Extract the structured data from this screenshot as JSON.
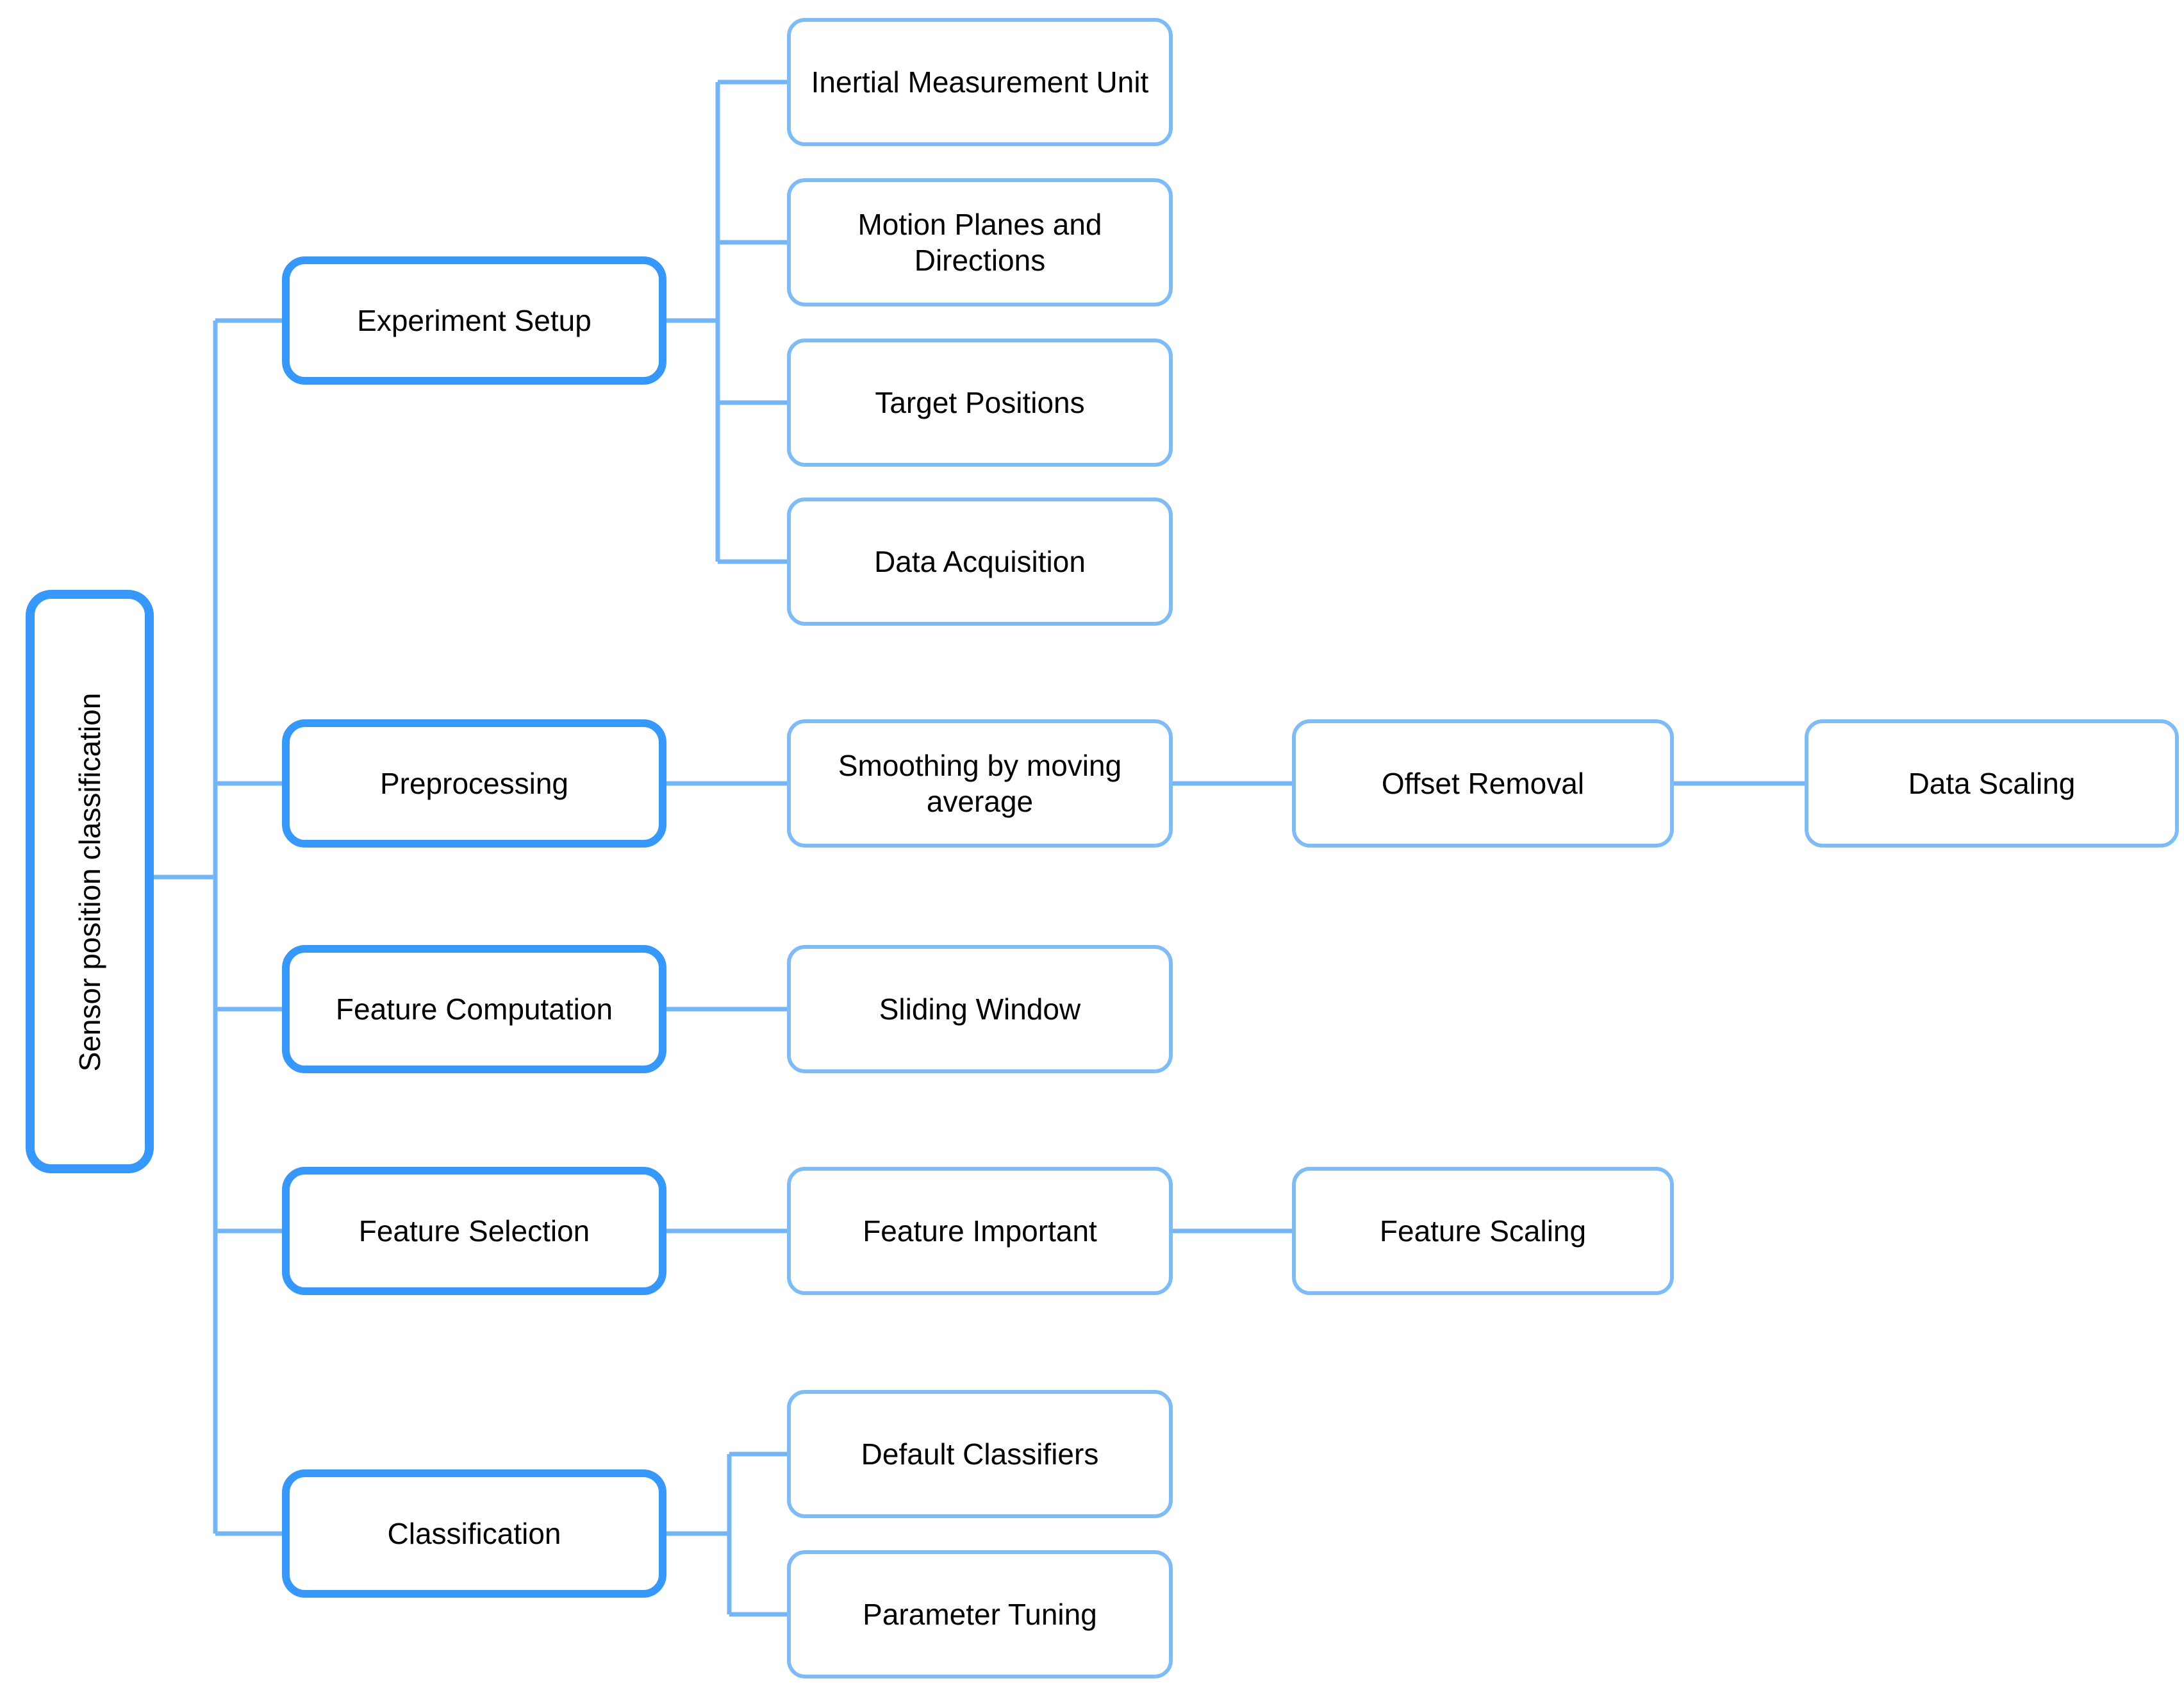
{
  "colors": {
    "branch_border": "#3598fa",
    "leaf_border": "#7fbcf5",
    "connector": "#74b5f5",
    "text": "#000000",
    "background": "#ffffff"
  },
  "diagram": {
    "root": {
      "label": "Sensor position classification"
    },
    "branches": [
      {
        "label": "Experiment Setup",
        "children": [
          {
            "label": "Inertial Measurement Unit"
          },
          {
            "label": "Motion Planes and Directions"
          },
          {
            "label": "Target Positions"
          },
          {
            "label": "Data Acquisition"
          }
        ]
      },
      {
        "label": "Preprocessing",
        "children": [
          {
            "label": "Smoothing by moving average",
            "children": [
              {
                "label": "Offset Removal",
                "children": [
                  {
                    "label": "Data Scaling"
                  }
                ]
              }
            ]
          }
        ]
      },
      {
        "label": "Feature Computation",
        "children": [
          {
            "label": "Sliding Window"
          }
        ]
      },
      {
        "label": "Feature Selection",
        "children": [
          {
            "label": "Feature Important",
            "children": [
              {
                "label": "Feature Scaling"
              }
            ]
          }
        ]
      },
      {
        "label": "Classification",
        "children": [
          {
            "label": "Default Classifiers"
          },
          {
            "label": "Parameter Tuning"
          }
        ]
      }
    ]
  }
}
